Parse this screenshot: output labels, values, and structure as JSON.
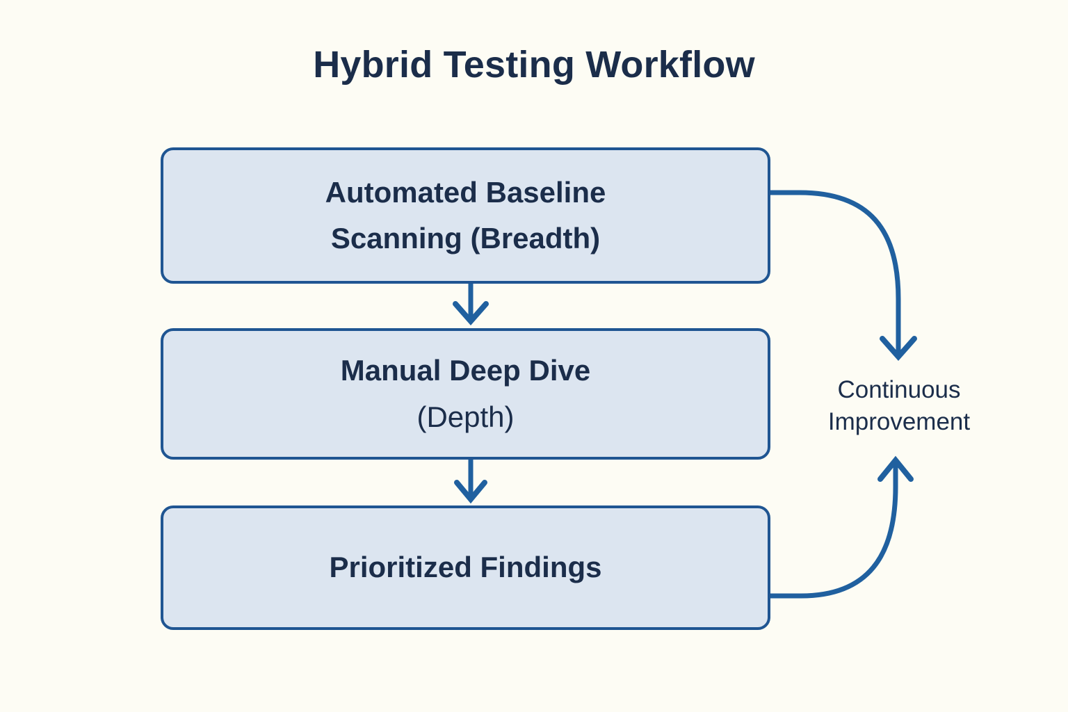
{
  "diagram": {
    "title": "Hybrid Testing Workflow",
    "background_color": "#fdfcf4",
    "box_fill_color": "#dce5f0",
    "box_border_color": "#1f5592",
    "connector_color": "#20609f",
    "text_color": "#1b2d4a",
    "nodes": [
      {
        "id": "automated-baseline-scanning",
        "line1": "Automated Baseline",
        "line2": "Scanning (Breadth)"
      },
      {
        "id": "manual-deep-dive",
        "line1": "Manual Deep Dive",
        "line2": "(Depth)"
      },
      {
        "id": "prioritized-findings",
        "line1": "Prioritized Findings",
        "line2": ""
      }
    ],
    "loop_label": {
      "line1": "Continuous",
      "line2": "Improvement"
    },
    "connectors": [
      {
        "id": "arrow-box1-to-box2",
        "type": "straight-down-arrow",
        "from": "automated-baseline-scanning",
        "to": "manual-deep-dive"
      },
      {
        "id": "arrow-box2-to-box3",
        "type": "straight-down-arrow",
        "from": "manual-deep-dive",
        "to": "prioritized-findings"
      },
      {
        "id": "arrow-box1-to-feedback",
        "type": "curved-down-arrow",
        "from": "automated-baseline-scanning",
        "to": "loop-label"
      },
      {
        "id": "arrow-box3-to-feedback",
        "type": "curved-up-arrow",
        "from": "prioritized-findings",
        "to": "loop-label"
      }
    ]
  }
}
